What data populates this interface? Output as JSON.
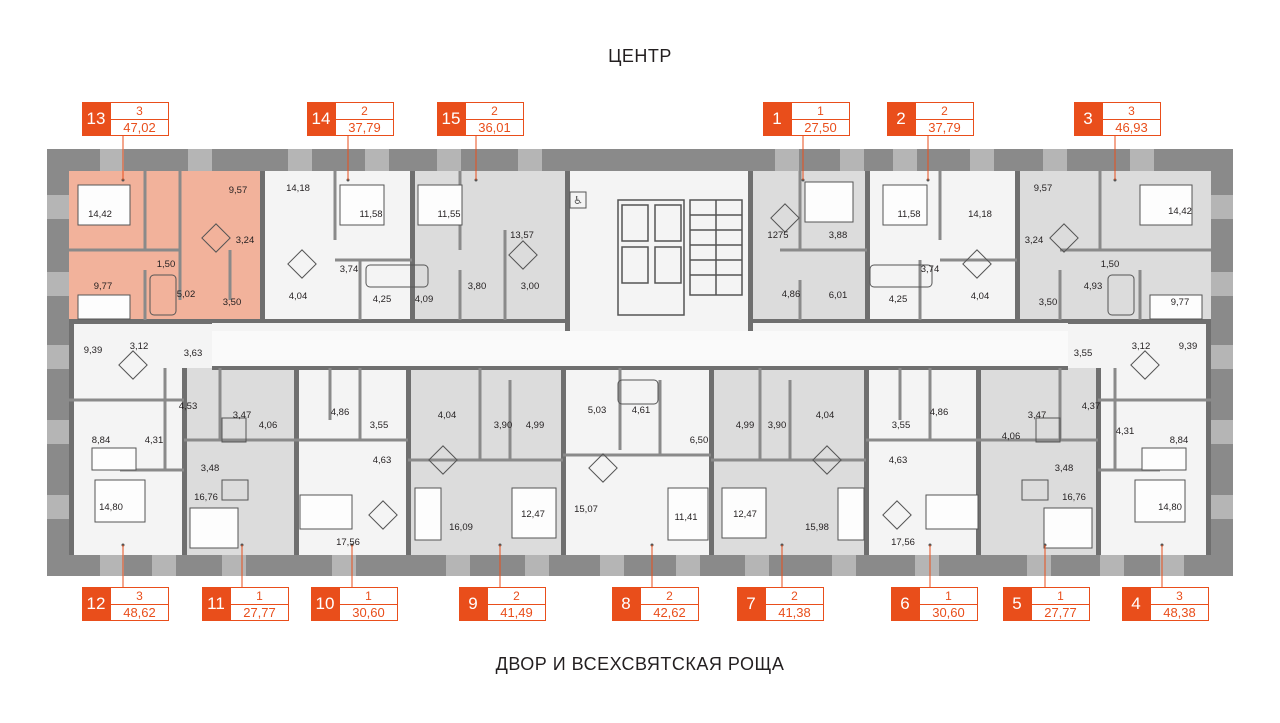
{
  "headings": {
    "top": "ЦЕНТР",
    "bottom": "ДВОР И ВСЕХСВЯТСКАЯ РОЩА"
  },
  "colors": {
    "accent": "#e94e1b",
    "highlight_apartment": "#f2b29b",
    "wall": "#8a8a8a",
    "floor_gray": "#dcdcdc",
    "floor_white": "#f4f4f4"
  },
  "highlighted_apartment": "13",
  "apartments": {
    "a13": {
      "num": "13",
      "rooms": "3",
      "area": "47,02"
    },
    "a14": {
      "num": "14",
      "rooms": "2",
      "area": "37,79"
    },
    "a15": {
      "num": "15",
      "rooms": "2",
      "area": "36,01"
    },
    "a1": {
      "num": "1",
      "rooms": "1",
      "area": "27,50"
    },
    "a2": {
      "num": "2",
      "rooms": "2",
      "area": "37,79"
    },
    "a3": {
      "num": "3",
      "rooms": "3",
      "area": "46,93"
    },
    "a12": {
      "num": "12",
      "rooms": "3",
      "area": "48,62"
    },
    "a11": {
      "num": "11",
      "rooms": "1",
      "area": "27,77"
    },
    "a10": {
      "num": "10",
      "rooms": "1",
      "area": "30,60"
    },
    "a9": {
      "num": "9",
      "rooms": "2",
      "area": "41,49"
    },
    "a8": {
      "num": "8",
      "rooms": "2",
      "area": "42,62"
    },
    "a7": {
      "num": "7",
      "rooms": "2",
      "area": "41,38"
    },
    "a6": {
      "num": "6",
      "rooms": "1",
      "area": "30,60"
    },
    "a5": {
      "num": "5",
      "rooms": "1",
      "area": "27,77"
    },
    "a4": {
      "num": "4",
      "rooms": "3",
      "area": "48,38"
    }
  },
  "room_areas": {
    "r1": "9,57",
    "r2": "14,42",
    "r3": "3,24",
    "r4": "1,50",
    "r5": "9,77",
    "r6": "5,02",
    "r7": "3,50",
    "r8": "14,18",
    "r9": "11,58",
    "r10": "3,74",
    "r11": "4,04",
    "r12": "4,25",
    "r13": "11,55",
    "r14": "13,57",
    "r15": "3,80",
    "r16": "3,00",
    "r17": "4,09",
    "r18": "1275",
    "r19": "3,88",
    "r20": "4,86",
    "r21": "6,01",
    "r22": "11,58",
    "r23": "14,18",
    "r24": "3,74",
    "r25": "4,25",
    "r26": "4,04",
    "r27": "9,57",
    "r28": "3,24",
    "r29": "14,42",
    "r30": "1,50",
    "r31": "3,50",
    "r32": "4,93",
    "r33": "9,77",
    "r34": "9,39",
    "r35": "3,12",
    "r36": "3,63",
    "r37": "4,53",
    "r38": "3,47",
    "r39": "4,06",
    "r40": "8,84",
    "r41": "4,31",
    "r42": "3,48",
    "r43": "16,76",
    "r44": "14,80",
    "r45": "4,86",
    "r46": "3,55",
    "r47": "4,63",
    "r48": "17,56",
    "r49": "4,04",
    "r50": "3,90",
    "r51": "4,99",
    "r52": "16,09",
    "r53": "12,47",
    "r54": "5,03",
    "r55": "4,61",
    "r56": "6,50",
    "r57": "15,07",
    "r58": "11,41",
    "r59": "4,99",
    "r60": "3,90",
    "r61": "4,04",
    "r62": "12,47",
    "r63": "15,98",
    "r64": "4,86",
    "r65": "3,55",
    "r66": "4,63",
    "r67": "17,56",
    "r68": "3,47",
    "r69": "4,37",
    "r70": "4,06",
    "r71": "3,48",
    "r72": "16,76",
    "r73": "3,55",
    "r74": "3,12",
    "r75": "9,39",
    "r76": "4,31",
    "r77": "8,84",
    "r78": "14,80"
  }
}
